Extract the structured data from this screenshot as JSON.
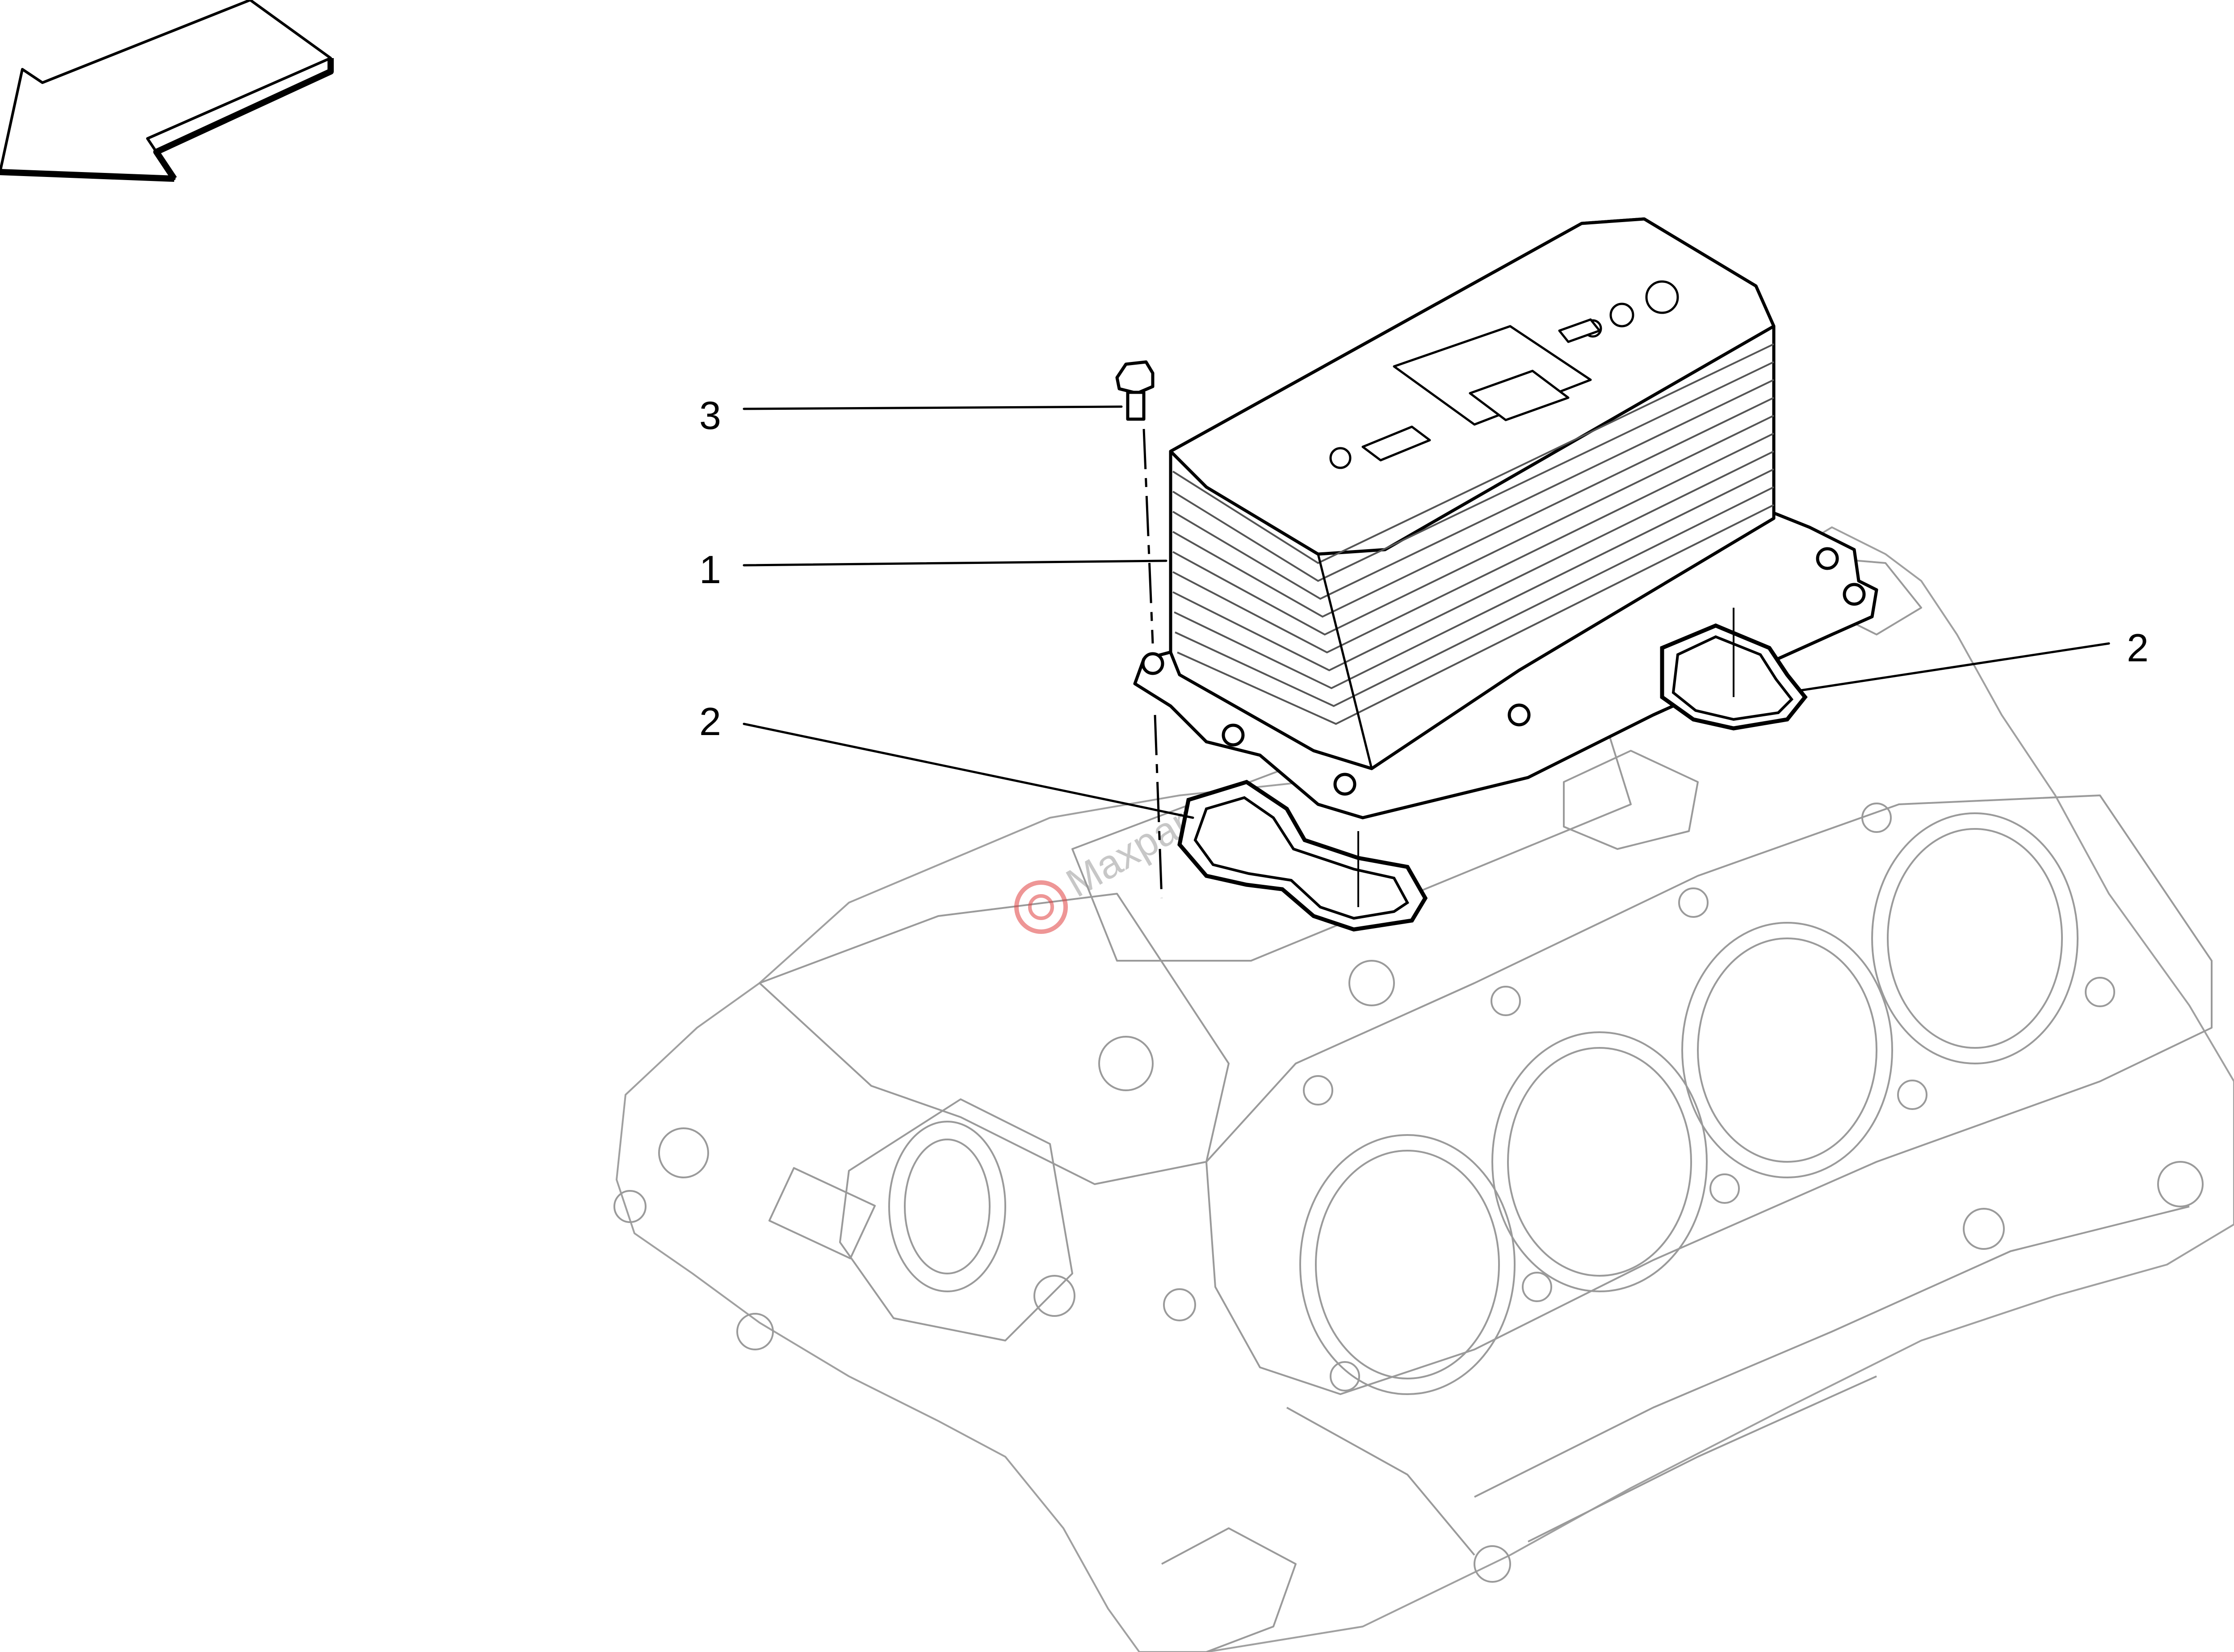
{
  "diagram": {
    "callouts": [
      {
        "id": "callout-3",
        "label": "3",
        "part": "bolt"
      },
      {
        "id": "callout-1",
        "label": "1",
        "part": "oil-cooler"
      },
      {
        "id": "callout-2a",
        "label": "2",
        "part": "gasket-left"
      },
      {
        "id": "callout-2b",
        "label": "2",
        "part": "gasket-right"
      }
    ],
    "watermark": {
      "text": "Maxparts"
    },
    "icons": {
      "orientation_arrow": "arrow-down-left-icon"
    },
    "colors": {
      "linework": "#000000",
      "engine_block": "#a0a0a0",
      "watermark_red": "#e04040",
      "background": "#ffffff"
    }
  }
}
